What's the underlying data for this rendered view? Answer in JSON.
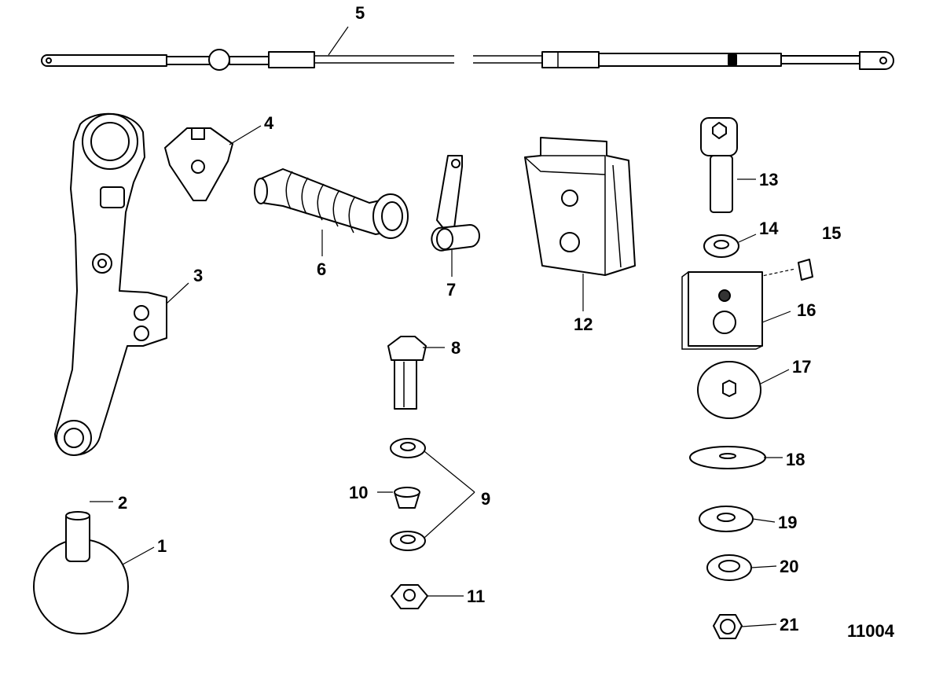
{
  "figure_id": "11004",
  "callouts": [
    "1",
    "2",
    "3",
    "4",
    "5",
    "6",
    "7",
    "8",
    "9",
    "10",
    "11",
    "12",
    "13",
    "14",
    "15",
    "16",
    "17",
    "18",
    "19",
    "20",
    "21"
  ]
}
